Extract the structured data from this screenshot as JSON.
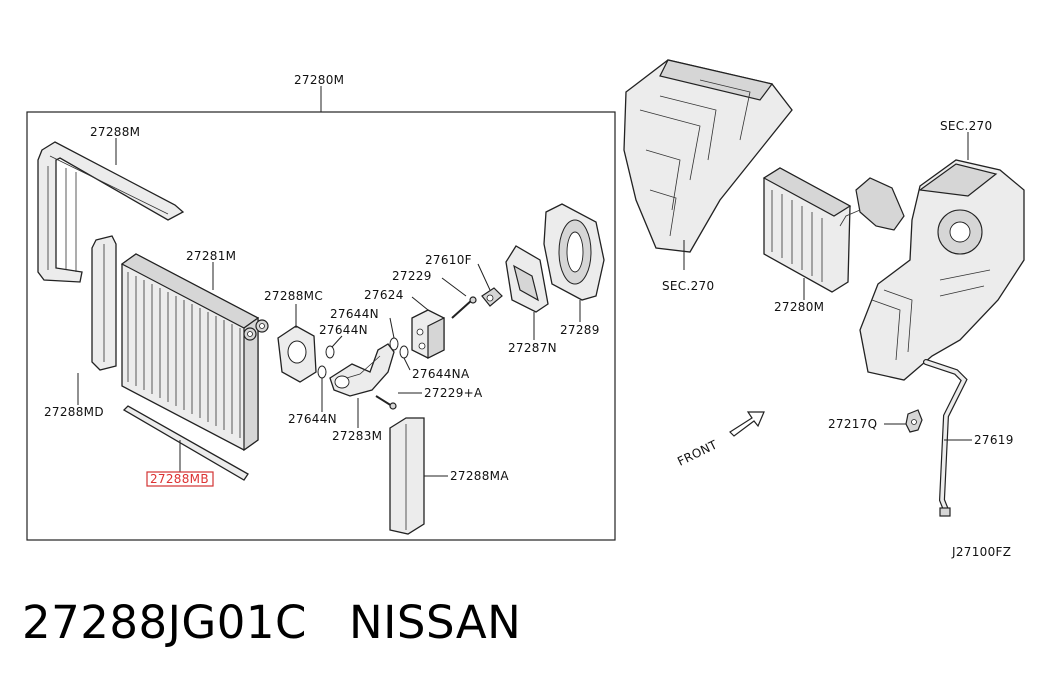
{
  "diagram": {
    "labels": {
      "assembly": "27280M",
      "cover_top": "27288M",
      "evaporator": "27281M",
      "seal_left": "27288MD",
      "seal_bottom": "27288MB",
      "pipe_clamp": "27288MC",
      "oring_a": "27644N",
      "oring_b": "27644N",
      "oring_c": "27644NA",
      "oring_d": "27644N",
      "pipe": "27283M",
      "seal_right": "27288MA",
      "valve": "27624",
      "bolt_top": "27229",
      "bolt_bottom": "27229+A",
      "clip": "27610F",
      "bracket": "27287N",
      "grommet": "27289",
      "sec_left": "SEC.270",
      "sec_right": "SEC.270",
      "assembly_right": "27280M",
      "fastener": "27217Q",
      "drain_hose": "27619",
      "front": "FRONT",
      "figure_code": "J27100FZ"
    },
    "colors": {
      "highlight": "#d33333"
    }
  },
  "caption": {
    "part_number": "27288JG01C",
    "brand": "NISSAN"
  }
}
